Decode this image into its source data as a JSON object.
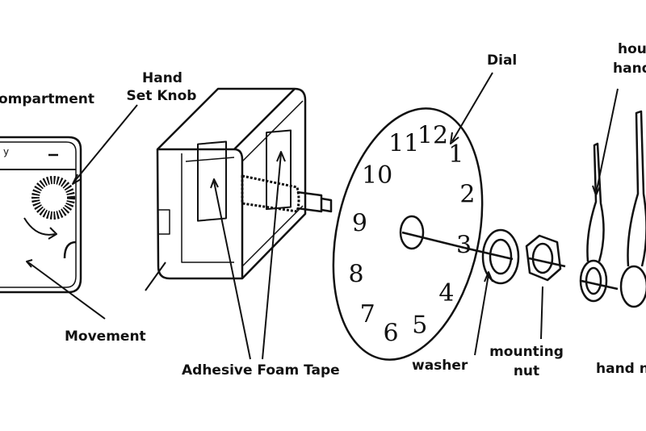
{
  "labels": {
    "compartment": "ompartment",
    "hand_set_knob_1": "Hand",
    "hand_set_knob_2": "Set Knob",
    "dial": "Dial",
    "hour_hand_1": "hou",
    "hour_hand_2": "hand",
    "movement": "Movement",
    "adhesive": "Adhesive Foam Tape",
    "washer": "washer",
    "mounting_1": "mounting",
    "mounting_2": "nut",
    "hand_nut": "hand n"
  },
  "dial_numbers": [
    "12",
    "1",
    "2",
    "3",
    "4",
    "5",
    "6",
    "7",
    "8",
    "9",
    "10",
    "11"
  ],
  "colors": {
    "ink": "#111111",
    "background": "#ffffff"
  }
}
